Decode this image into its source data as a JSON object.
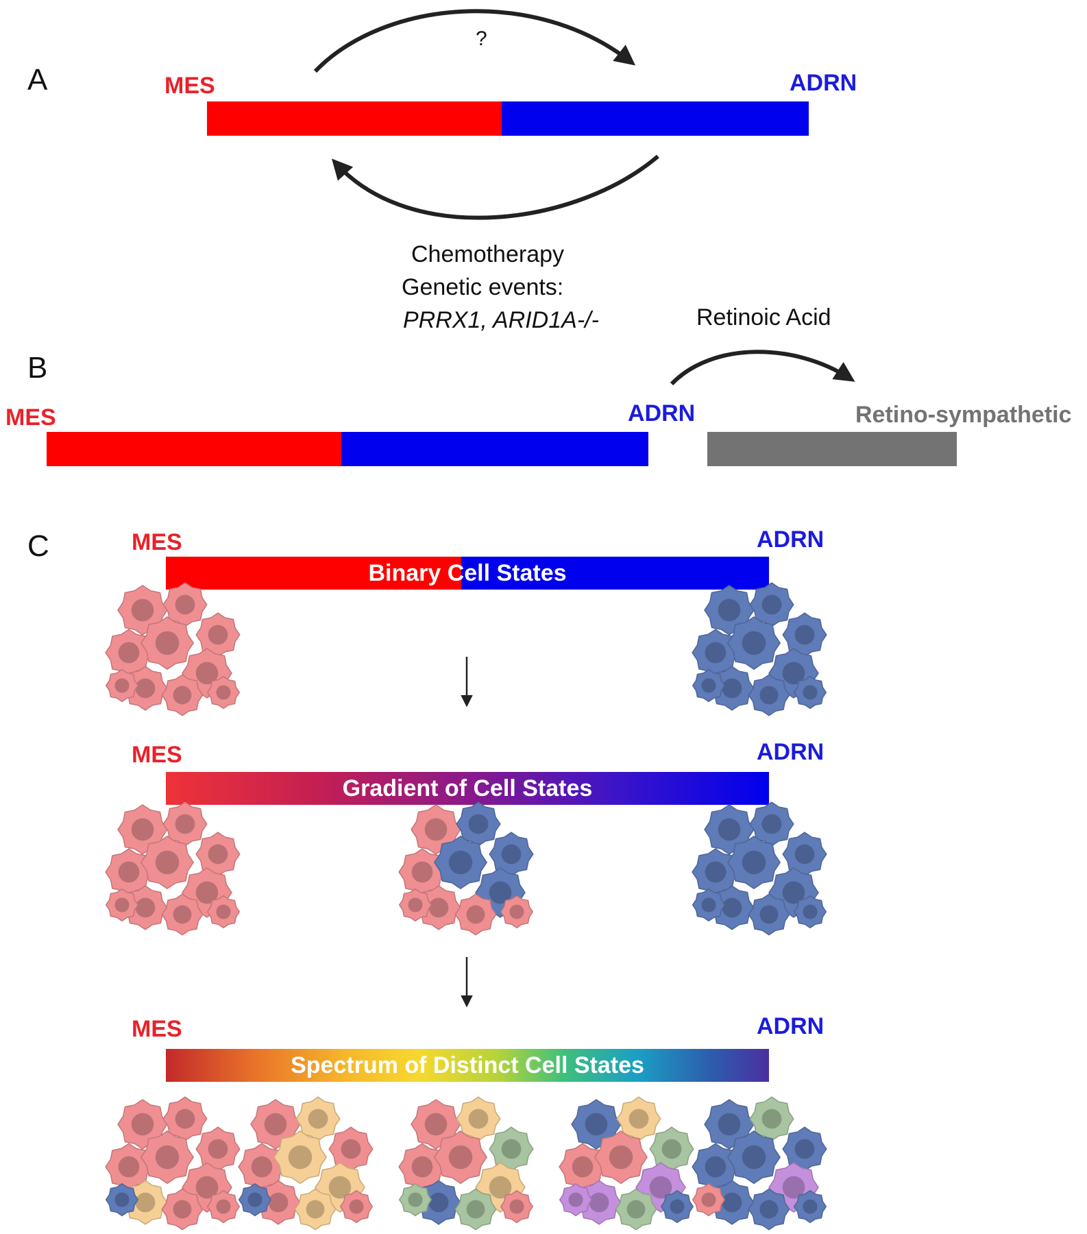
{
  "panel_a": {
    "label": "A",
    "mes": "MES",
    "adrn": "ADRN",
    "question": "?",
    "chemotherapy": "Chemotherapy",
    "genetic_events": "Genetic events:",
    "genes": "PRRX1, ARID1A-/-"
  },
  "panel_b": {
    "label": "B",
    "mes": "MES",
    "adrn": "ADRN",
    "retinoic_acid": "Retinoic Acid",
    "retino_sympathetic": "Retino-sympathetic"
  },
  "panel_c": {
    "label": "C",
    "row1": {
      "mes": "MES",
      "adrn": "ADRN",
      "bar_label": "Binary Cell States"
    },
    "row2": {
      "mes": "MES",
      "adrn": "ADRN",
      "bar_label": "Gradient of Cell States"
    },
    "row3": {
      "mes": "MES",
      "adrn": "ADRN",
      "bar_label": "Spectrum of Distinct Cell States"
    }
  },
  "colors": {
    "mes_red": "#ff0000",
    "adrn_blue": "#0000ee",
    "grey": "#737373",
    "cell_pink": "#ef8f92",
    "cell_blue": "#5f7bb8",
    "cell_yellow": "#f5cf95",
    "cell_green": "#a8c4a0",
    "cell_purple": "#c48fdc"
  }
}
